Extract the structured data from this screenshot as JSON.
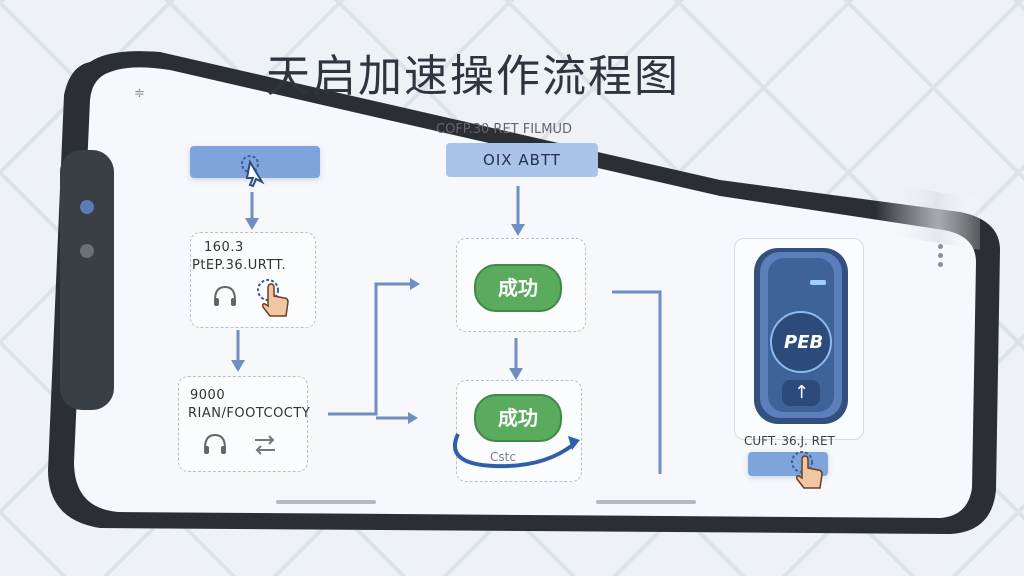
{
  "title": "天启加速操作流程图",
  "flow": {
    "top_center_caption": "COFP.30 RET FILMUD",
    "top_center_pill_label": "OIX ABTT",
    "box1": {
      "line1": "160.3",
      "line2": "PtEP.36.URTT."
    },
    "box2": {
      "line1": "9000",
      "line2": "RIAN/FOOTCOCTY"
    },
    "success_top": "成功",
    "success_bottom": "成功",
    "success_bottom_sub": "Cstc",
    "device_label": "PEB",
    "device_arrow": "↑",
    "right_caption": "CUFT. 36.J. RET"
  },
  "icons": {
    "tap_cursor": "tap-cursor-icon",
    "headphone": "headphone-icon",
    "hand_tap": "hand-tap-icon",
    "switch_arrows": "switch-arrows-icon",
    "more_vertical": "more-vertical-icon"
  },
  "colors": {
    "accent_blue": "#7ea4dc",
    "success_green": "#5bab5e",
    "phone_frame": "#2b2e33"
  }
}
